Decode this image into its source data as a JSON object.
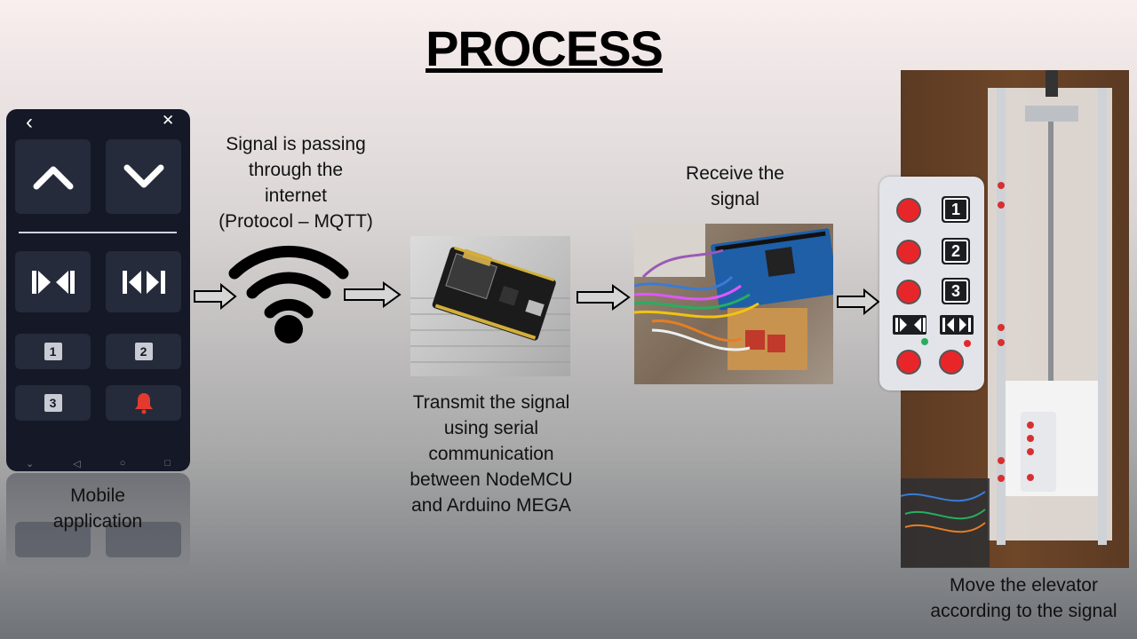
{
  "title": "PROCESS",
  "steps": {
    "mobile": {
      "caption_line1": "Mobile",
      "caption_line2": "application"
    },
    "internet": {
      "caption_line1": "Signal is passing",
      "caption_line2": "through the",
      "caption_line3": "internet",
      "caption_line4": "(Protocol – MQTT)"
    },
    "nodemcu": {
      "caption_line1": "Transmit the signal",
      "caption_line2": "using serial",
      "caption_line3": "communication",
      "caption_line4": "between NodeMCU",
      "caption_line5": "and Arduino MEGA"
    },
    "arduino": {
      "caption_line1": "Receive the",
      "caption_line2": "signal"
    },
    "elevator": {
      "caption_line1": "Move the elevator",
      "caption_line2": "according to the signal"
    }
  },
  "phone": {
    "back_glyph": "‹",
    "close_glyph": "✕",
    "floor_buttons": [
      "1",
      "2",
      "3"
    ],
    "nav_glyphs": [
      "⌄",
      "◁",
      "○",
      "□"
    ]
  },
  "panel": {
    "floor_buttons": [
      "1",
      "2",
      "3"
    ]
  },
  "colors": {
    "accent_red": "#e23a2e",
    "phone_bg": "#141827",
    "phone_button": "#252b3b"
  }
}
